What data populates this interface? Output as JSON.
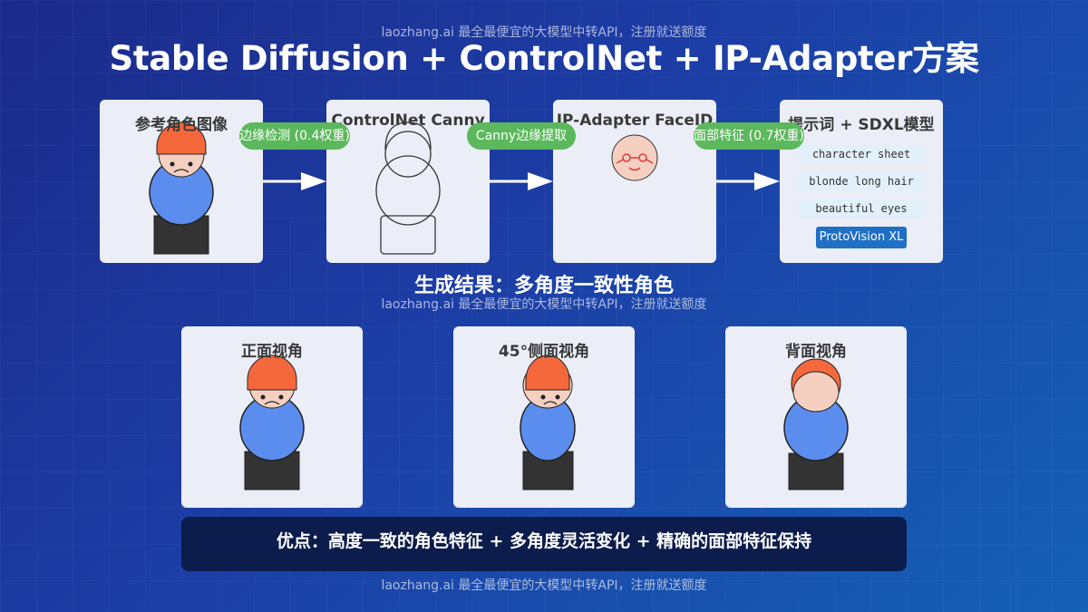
{
  "watermark": "laozhang.ai 最全最便宜的大模型中转API，注册就送额度",
  "title": "Stable Diffusion + ControlNet + IP-Adapter方案",
  "steps": [
    {
      "title": "参考角色图像"
    },
    {
      "title": "ControlNet Canny"
    },
    {
      "title": "IP-Adapter FaceID"
    },
    {
      "title": "提示词 + SDXL模型"
    }
  ],
  "connectors": [
    {
      "label": "边缘检测 (0.4权重)"
    },
    {
      "label": "Canny边缘提取"
    },
    {
      "label": "面部特征 (0.7权重)"
    }
  ],
  "prompt_tags": [
    "character sheet",
    "blonde long hair",
    "beautiful eyes"
  ],
  "model_label": "ProtoVision XL",
  "results_title": "生成结果：多角度一致性角色",
  "views": [
    {
      "title": "正面视角"
    },
    {
      "title": "45°侧面视角"
    },
    {
      "title": "背面视角"
    }
  ],
  "advantages": "优点：高度一致的角色特征 + 多角度灵活变化 + 精确的面部特征保持",
  "colors": {
    "hair": "#f4683c",
    "skin": "#f5d0c0",
    "body": "#5b8def",
    "legs": "#333333",
    "connector": "#5cb85c",
    "model_button": "#1f6fc5",
    "banner": "#0c1c4c",
    "card": "#ebeef7"
  }
}
